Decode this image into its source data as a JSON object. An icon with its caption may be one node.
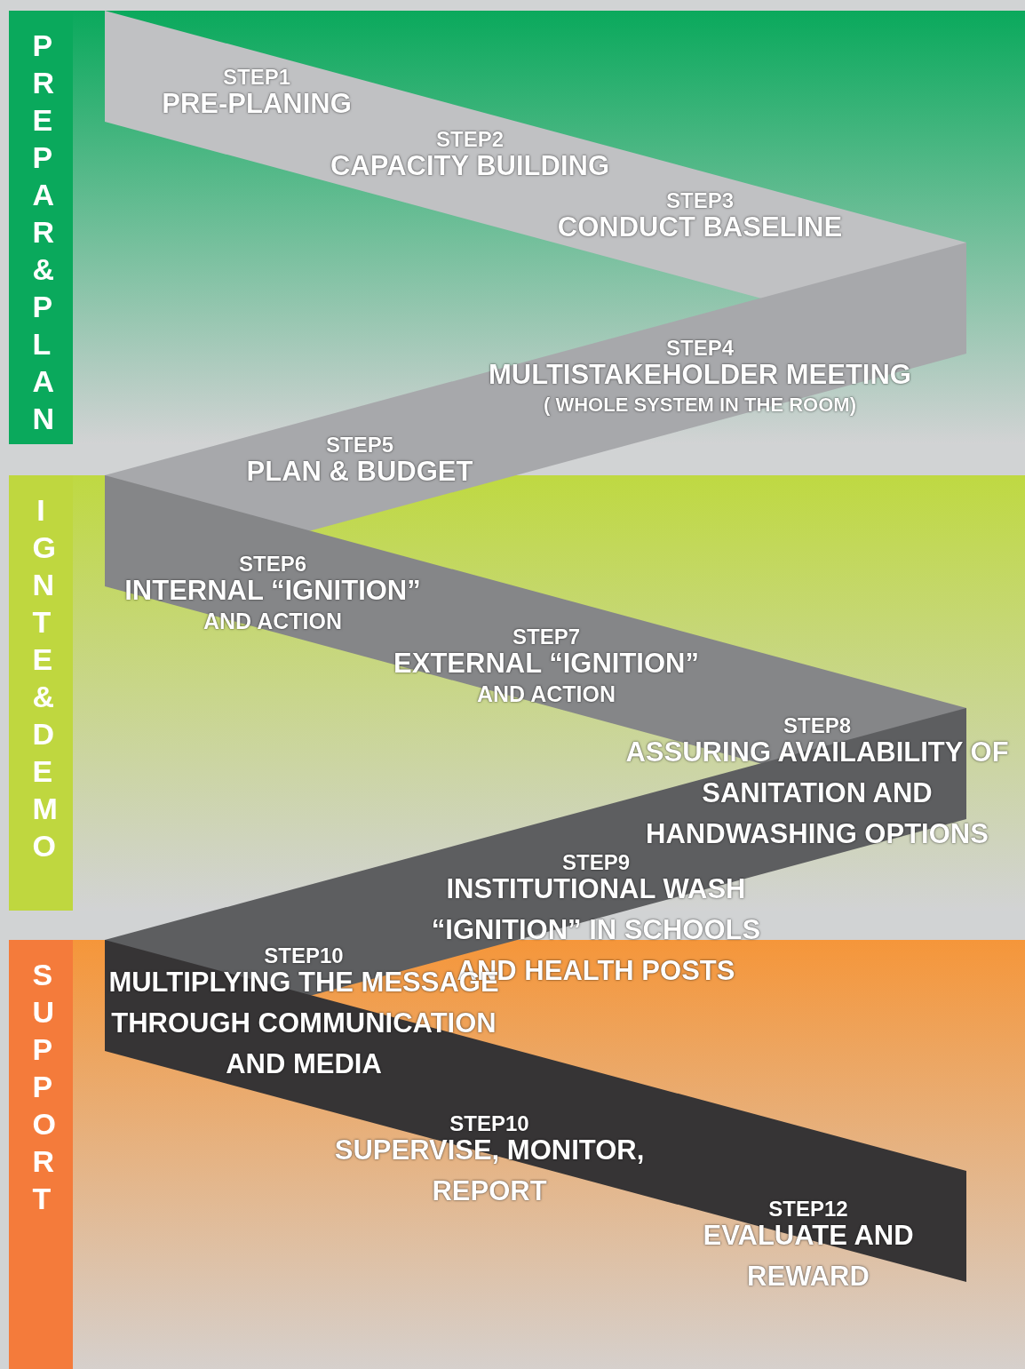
{
  "diagram": {
    "nodes": [
      {
        "text": [
          "PREPAR&PLAN"
        ]
      },
      {
        "text": [
          "IGNTE&DEMO"
        ]
      },
      {
        "text": [
          "SUPPORT"
        ]
      },
      {
        "text": [
          "STEP1",
          "PRE-PLANING"
        ]
      },
      {
        "text": [
          "STEP2",
          "CAPACITY BUILDING"
        ]
      },
      {
        "text": [
          "STEP3",
          "CONDUCT BASELINE"
        ]
      },
      {
        "text": [
          "STEP4",
          "MULTISTAKEHOLDER MEETING",
          "( WHOLE SYSTEM IN THE ROOM)"
        ]
      },
      {
        "text": [
          "STEP5",
          "PLAN & BUDGET"
        ]
      },
      {
        "text": [
          "STEP6",
          "INTERNAL “IGNITION”",
          "AND ACTION"
        ]
      },
      {
        "text": [
          "STEP7",
          "EXTERNAL “IGNITION”",
          "AND ACTION"
        ]
      },
      {
        "text": [
          "STEP8",
          "ASSURING AVAILABILITY OF SANITATION AND HANDWASHING OPTIONS"
        ]
      },
      {
        "text": [
          "STEP9",
          "INSTITUTIONAL WASH “IGNITION” IN SCHOOLS AND HEALTH POSTS"
        ]
      },
      {
        "text": [
          "STEP10",
          "MULTIPLYING THE MESSAGE THROUGH COMMUNICATION AND MEDIA"
        ]
      },
      {
        "text": [
          "STEP10",
          "SUPERVISE, MONITOR, REPORT"
        ]
      },
      {
        "text": [
          "STEP12",
          "EVALUATE AND REWARD"
        ]
      }
    ]
  }
}
